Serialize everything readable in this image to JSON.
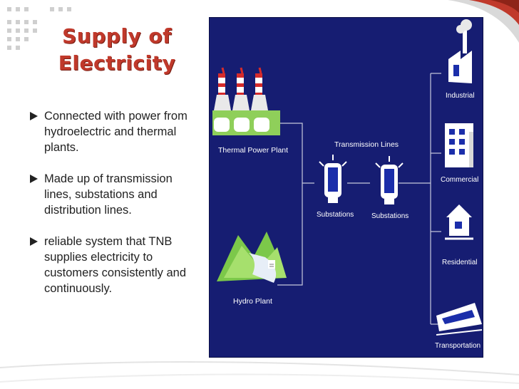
{
  "slide": {
    "title_line1": "Supply of",
    "title_line2": "Electricity",
    "bullets": [
      "Connected with power from hydroelectric and thermal plants.",
      "Made up of transmission lines, substations and distribution lines.",
      "reliable system that TNB supplies electricity to customers consistently and continuously."
    ]
  },
  "diagram": {
    "labels": {
      "thermal": "Thermal Power Plant",
      "hydro": "Hydro Plant",
      "transmission": "Transmission Lines",
      "substation_1": "Substations",
      "substation_2": "Substations",
      "industrial": "Industrial",
      "commercial": "Commercial",
      "residential": "Residential",
      "transportation": "Transportation"
    },
    "colors": {
      "background": "#161d72",
      "lines": "#c7c9dc",
      "title": "#c0392b"
    }
  }
}
